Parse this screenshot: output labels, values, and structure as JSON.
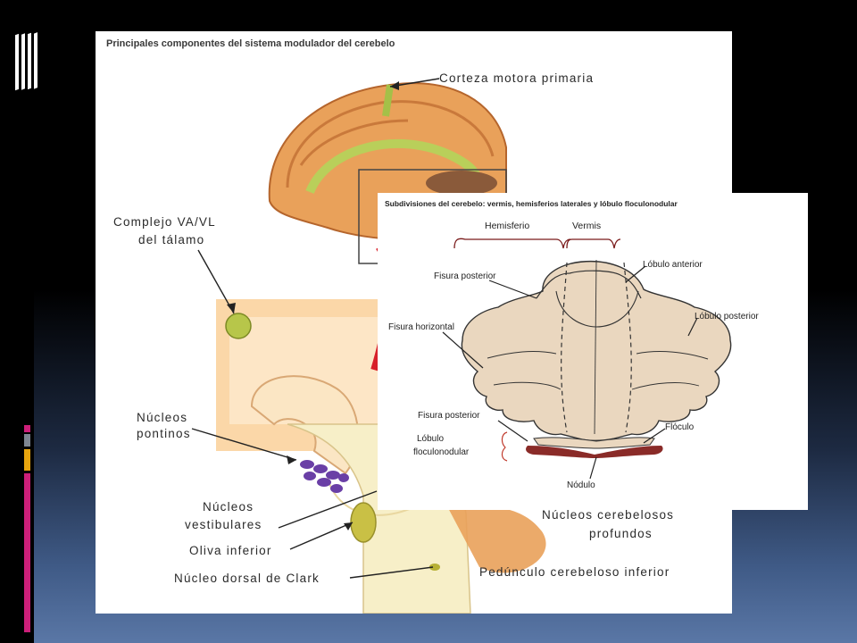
{
  "colors": {
    "cortex": "#e9a15a",
    "cortex_light": "#f7c48c",
    "green": "#b9cf5a",
    "thalamus": "#b7c64a",
    "pontine_nuclei": "#6a3fa6",
    "red": "#d8202a",
    "cerebellum": "#ead7bf",
    "flocculonodular": "#8a2b28",
    "deco_magenta": "#cc1f79",
    "deco_gray": "#7d8591",
    "deco_gold": "#e7a40e"
  },
  "panel_a": {
    "title": "Principales componentes del sistema modulador del cerebelo",
    "labels": {
      "corteza": "Corteza motora primaria",
      "complejo_1": "Complejo VA/VL",
      "complejo_2": "del tálamo",
      "nucleos_pontinos_1": "Núcleos",
      "nucleos_pontinos_2": "pontinos",
      "nucleos_vest_1": "Núcleos",
      "nucleos_vest_2": "vestibulares",
      "oliva": "Oliva inferior",
      "clark": "Núcleo dorsal de Clark",
      "cerebelosos_1": "Núcleos cerebelosos",
      "cerebelosos_2": "profundos",
      "pedunculo": "Pedúnculo cerebeloso inferior"
    }
  },
  "panel_b": {
    "title": "Subdivisiones del cerebelo: vermis, hemisferios laterales y lóbulo floculonodular",
    "hemisferio": "Hemisferio",
    "vermis": "Vermis",
    "labels": {
      "fisura_posterior_top": "Fisura posterior",
      "lobulo_anterior": "Lóbulo anterior",
      "lobulo_posterior": "Lóbulo posterior",
      "fisura_horizontal": "Fisura horizontal",
      "fisura_posterior_bottom": "Fisura posterior",
      "floculo": "Flóculo",
      "lobulo_flocu_1": "Lóbulo",
      "lobulo_flocu_2": "floculonodular",
      "nodulo": "Nódulo"
    }
  }
}
